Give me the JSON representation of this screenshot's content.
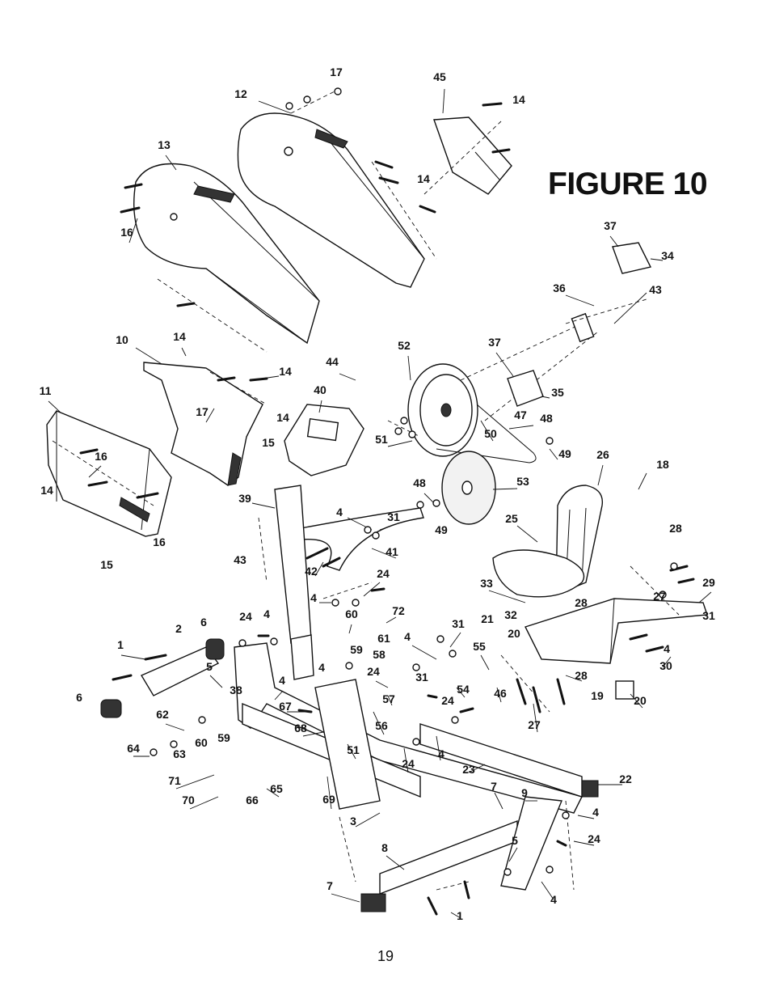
{
  "figure_title": "FIGURE 10",
  "page_number": "19",
  "callouts": [
    "17",
    "12",
    "45",
    "14",
    "13",
    "14",
    "16",
    "14",
    "37",
    "34",
    "36",
    "43",
    "10",
    "14",
    "52",
    "37",
    "44",
    "11",
    "17",
    "14",
    "40",
    "35",
    "48",
    "15",
    "47",
    "51",
    "50",
    "49",
    "16",
    "26",
    "18",
    "48",
    "53",
    "14",
    "16",
    "39",
    "49",
    "4",
    "31",
    "25",
    "28",
    "15",
    "43",
    "41",
    "42",
    "24",
    "33",
    "4",
    "29",
    "28",
    "27",
    "31",
    "72",
    "60",
    "24",
    "4",
    "61",
    "32",
    "21",
    "20",
    "6",
    "31",
    "2",
    "59",
    "4",
    "1",
    "58",
    "4",
    "55",
    "5",
    "24",
    "4",
    "28",
    "30",
    "31",
    "38",
    "4",
    "54",
    "46",
    "6",
    "57",
    "20",
    "19",
    "67",
    "24",
    "62",
    "56",
    "27",
    "68",
    "60",
    "51",
    "59",
    "4",
    "64",
    "63",
    "24",
    "23",
    "22",
    "71",
    "65",
    "7",
    "9",
    "4",
    "70",
    "66",
    "69",
    "3",
    "24",
    "8",
    "5",
    "7",
    "4",
    "1"
  ],
  "icons": [
    "hex-bolt-icon",
    "washer-icon",
    "screw-icon",
    "nut-icon",
    "end-cap-icon"
  ]
}
